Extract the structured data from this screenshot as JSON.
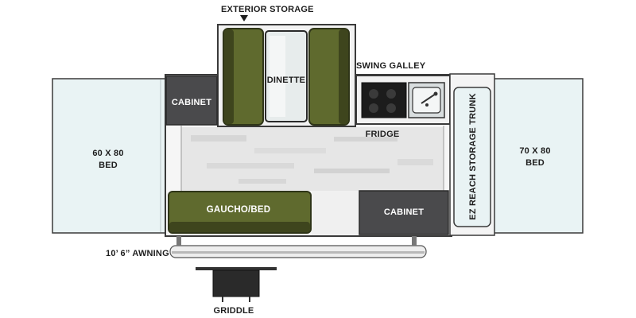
{
  "floorplan": {
    "labels": {
      "exterior_storage": "EXTERIOR STORAGE",
      "swing_galley": "SWING GALLEY",
      "dinette": "DINETTE",
      "cabinet_top": "CABINET",
      "fridge": "FRIDGE",
      "bed_left_size": "60 X 80",
      "bed_left_name": "BED",
      "bed_right_size": "70 X 80",
      "bed_right_name": "BED",
      "storage_trunk": "EZ REACH STORAGE TRUNK",
      "gaucho": "GAUCHO/BED",
      "cabinet_bottom": "CABINET",
      "awning": "10’ 6” AWNING",
      "griddle": "GRIDDLE"
    },
    "colors": {
      "cushion": "#5f6a2e",
      "cushion_dark": "#2f3518",
      "cabinet": "#4a4a4c",
      "bed": "#e9f3f4",
      "floor": "#ececec",
      "outline": "#3a3a3a"
    }
  }
}
